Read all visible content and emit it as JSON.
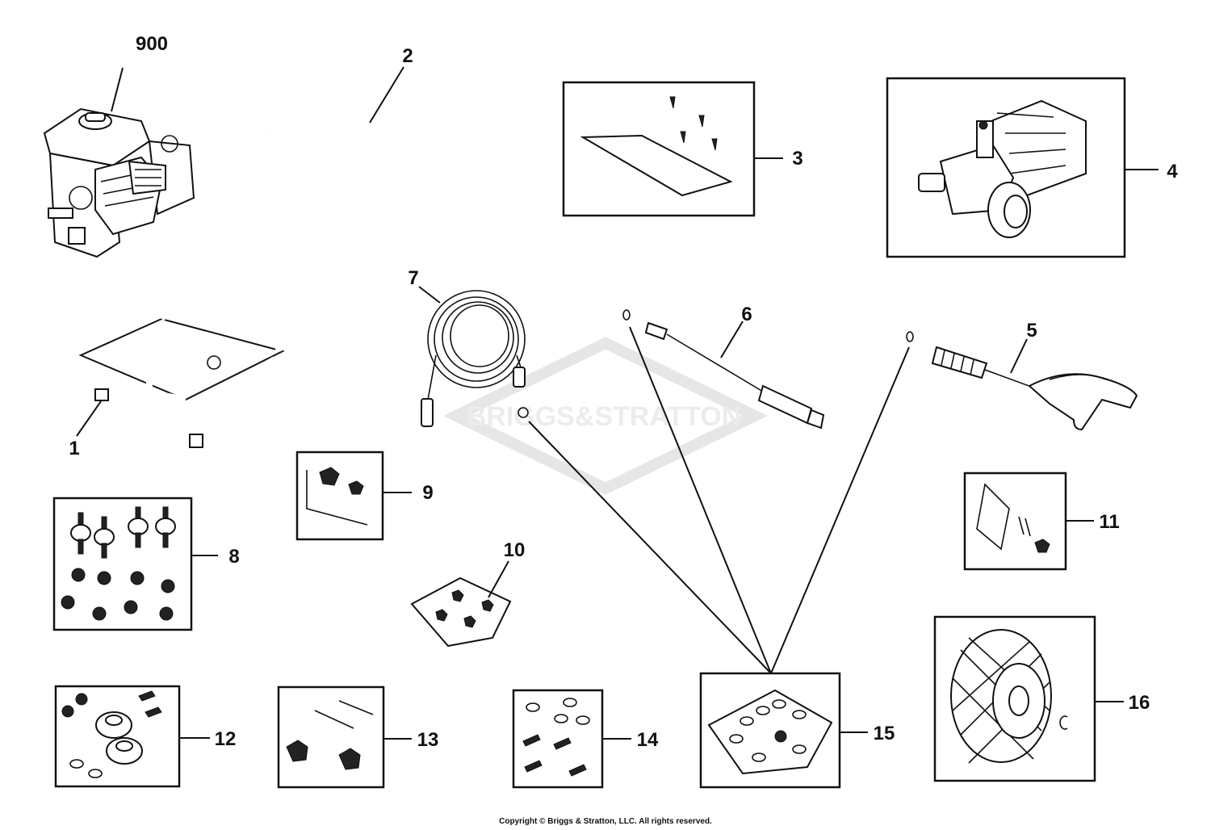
{
  "watermark": "BRIGGS&STRATTON",
  "copyright": "Copyright © Briggs & Stratton, LLC. All rights reserved.",
  "callouts": {
    "engine": "900",
    "handle": "2",
    "panel": "3",
    "pump": "4",
    "frame": "1",
    "hose": "7",
    "lance": "6",
    "gun": "5",
    "bolt_kit": "9",
    "nozzle_kit": "10",
    "bracket_kit": "11",
    "mount_kit": "8",
    "bumper_kit": "12",
    "handle_bolt_kit": "13",
    "screw_kit": "14",
    "oring_kit": "15",
    "wheel": "16"
  }
}
